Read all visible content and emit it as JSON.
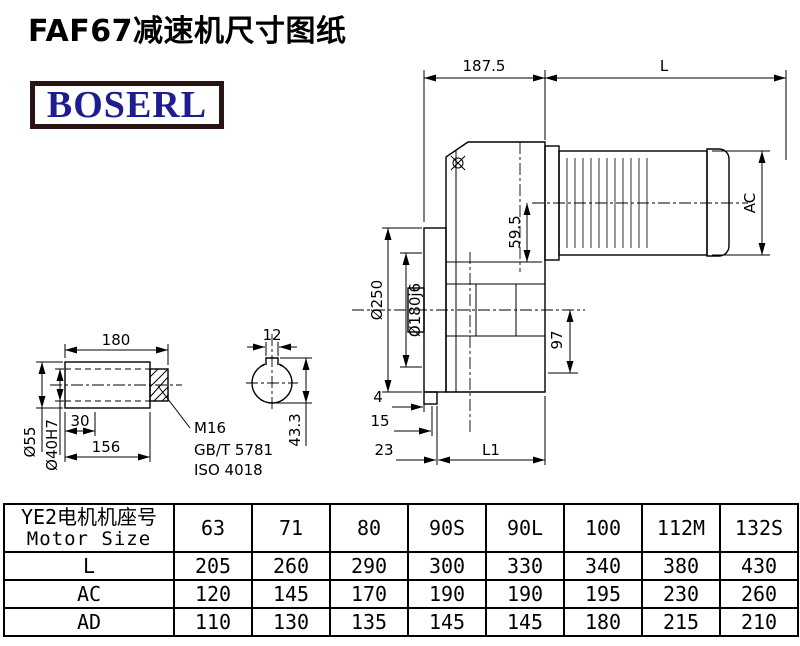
{
  "title": "FAF67减速机尺寸图纸",
  "logo": "BOSERL",
  "drawing": {
    "top_dim": "187.5",
    "motor_length": "L",
    "motor_diameter": "AC",
    "flange_diameter": "Ø250",
    "spigot_diameter": "Ø180j6",
    "dim_59_5": "59.5",
    "dim_97": "97",
    "dim_4": "4",
    "dim_15": "15",
    "dim_23": "23",
    "dim_L1": "L1",
    "shaft_length": "180",
    "key_width": "12",
    "shaft_od": "Ø55",
    "bore": "Ø40H7",
    "dim_30": "30",
    "dim_156": "156",
    "thread": "M16",
    "std1": "GB/T 5781",
    "std2": "ISO 4018",
    "key_height": "43.3"
  },
  "table": {
    "row_header_cn": "YE2电机机座号",
    "row_header_en": "Motor Size",
    "motor_sizes": [
      "63",
      "71",
      "80",
      "90S",
      "90L",
      "100",
      "112M",
      "132S"
    ],
    "rows": [
      {
        "label": "L",
        "values": [
          "205",
          "260",
          "290",
          "300",
          "330",
          "340",
          "380",
          "430"
        ]
      },
      {
        "label": "AC",
        "values": [
          "120",
          "145",
          "170",
          "190",
          "190",
          "195",
          "230",
          "260"
        ]
      },
      {
        "label": "AD",
        "values": [
          "110",
          "130",
          "135",
          "145",
          "145",
          "180",
          "215",
          "210"
        ]
      }
    ]
  }
}
